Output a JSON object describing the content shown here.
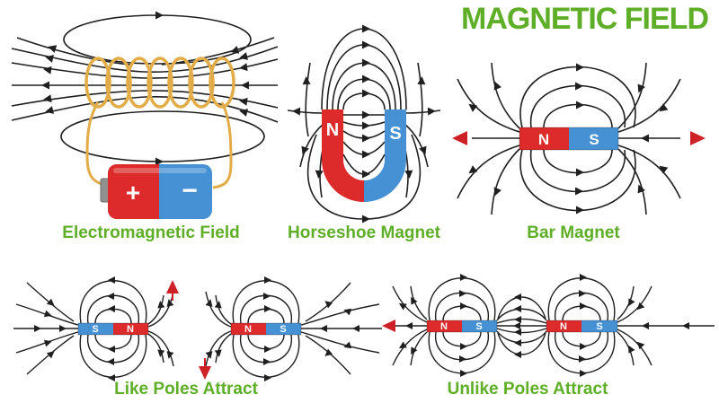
{
  "title": "MAGNETIC FIELD",
  "colors": {
    "heading_green": "#5FAE27",
    "magnet_red": "#DD2B2B",
    "magnet_blue": "#4691D3",
    "coil_gold": "#E2AC48",
    "field_line": "#1F1F1F",
    "arrow_red": "#CE2027"
  },
  "panels": {
    "electromagnet": {
      "label": "Electromagnetic Field",
      "battery_positive": "+",
      "battery_negative": "−"
    },
    "horseshoe": {
      "label": "Horseshoe Magnet",
      "north": "N",
      "south": "S"
    },
    "bar": {
      "label": "Bar Magnet",
      "north": "N",
      "south": "S"
    },
    "like_poles": {
      "label": "Like Poles Attract",
      "left_magnet_left_pole": "S",
      "left_magnet_right_pole": "N",
      "right_magnet_left_pole": "N",
      "right_magnet_right_pole": "S"
    },
    "unlike_poles": {
      "label": "Unlike Poles Attract",
      "left_magnet_left_pole": "N",
      "left_magnet_right_pole": "S",
      "right_magnet_left_pole": "N",
      "right_magnet_right_pole": "S"
    }
  }
}
